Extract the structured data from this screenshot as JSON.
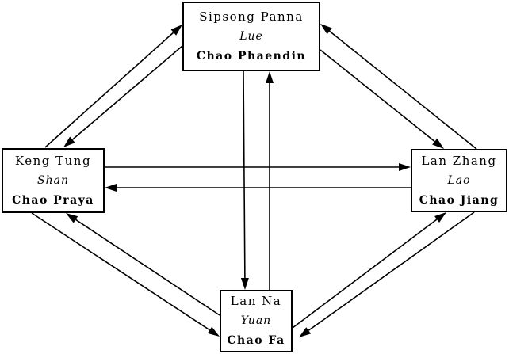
{
  "nodes": {
    "sipsong_panna": {
      "name": "Sipsong Panna",
      "people": "Lue",
      "ruler": "Chao Phaendin"
    },
    "keng_tung": {
      "name": "Keng Tung",
      "people": "Shan",
      "ruler": "Chao Praya"
    },
    "lan_zhang": {
      "name": "Lan Zhang",
      "people": "Lao",
      "ruler": "Chao Jiang"
    },
    "lan_na": {
      "name": "Lan Na",
      "people": "Yuan",
      "ruler": "Chao Fa"
    }
  },
  "edges": [
    {
      "from": "keng_tung",
      "to": "sipsong_panna"
    },
    {
      "from": "sipsong_panna",
      "to": "keng_tung"
    },
    {
      "from": "sipsong_panna",
      "to": "lan_zhang"
    },
    {
      "from": "lan_zhang",
      "to": "sipsong_panna"
    },
    {
      "from": "sipsong_panna",
      "to": "lan_na"
    },
    {
      "from": "lan_na",
      "to": "sipsong_panna"
    },
    {
      "from": "keng_tung",
      "to": "lan_zhang"
    },
    {
      "from": "lan_zhang",
      "to": "keng_tung"
    },
    {
      "from": "keng_tung",
      "to": "lan_na"
    },
    {
      "from": "lan_na",
      "to": "keng_tung"
    },
    {
      "from": "lan_na",
      "to": "lan_zhang"
    },
    {
      "from": "lan_zhang",
      "to": "lan_na"
    }
  ],
  "colors": {
    "line": "#000000",
    "background": "#ffffff"
  }
}
